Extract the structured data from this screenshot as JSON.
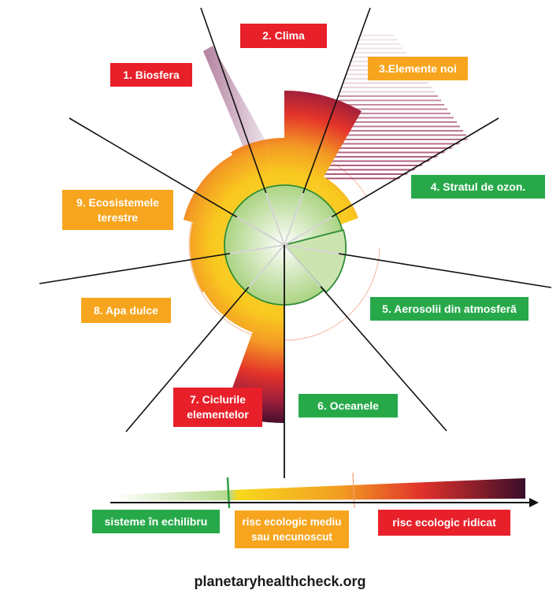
{
  "boundaries": [
    {
      "name": "1. Biosfera",
      "status": "high"
    },
    {
      "name": "2. Clima",
      "status": "high"
    },
    {
      "name": "3.Elemente noi",
      "status": "medium"
    },
    {
      "name": "4. Stratul de ozon.",
      "status": "safe"
    },
    {
      "name": "5. Aerosolii din atmosferă",
      "status": "safe"
    },
    {
      "name": "6. Oceanele",
      "status": "safe"
    },
    {
      "name": "7. Ciclurile elementelor",
      "status": "high"
    },
    {
      "name": "8. Apa dulce",
      "status": "medium"
    },
    {
      "name": "9. Ecosistemele terestre",
      "status": "medium"
    }
  ],
  "legend": {
    "safe": "sisteme în echilibru",
    "medium": "risc ecologic mediu sau necunoscut",
    "high": "risc ecologic ridicat"
  },
  "colors": {
    "high": "#e8202a",
    "medium": "#f7a51e",
    "safe": "#27a94a"
  },
  "footer": "planetaryhealthcheck.org"
}
